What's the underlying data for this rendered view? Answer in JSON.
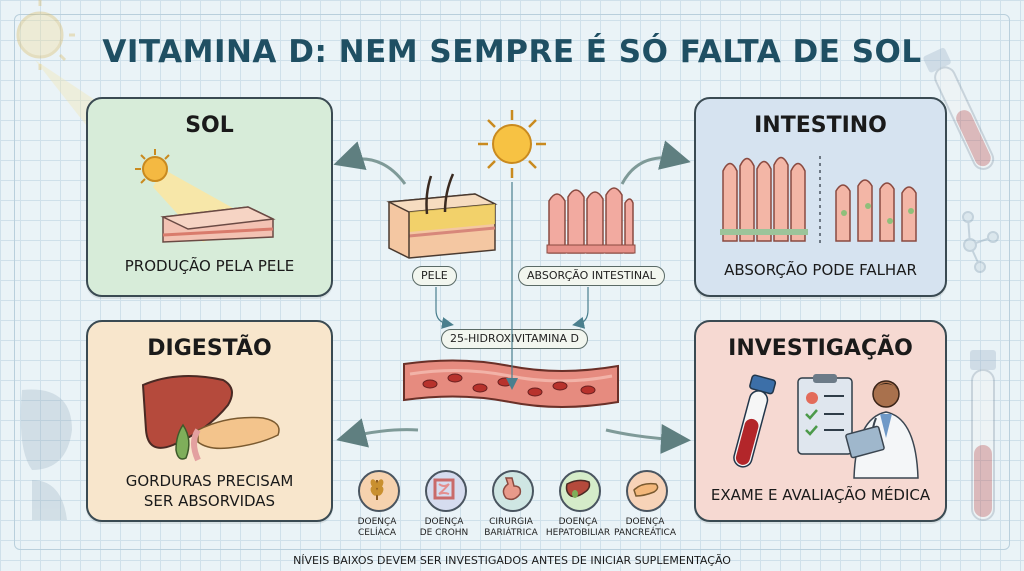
{
  "title": "VITAMINA D: NEM SEMPRE É SÓ FALTA DE SOL",
  "cards": {
    "sol": {
      "title": "SOL",
      "text": "PRODUÇÃO PELA PELE"
    },
    "intestino": {
      "title": "INTESTINO",
      "text": "ABSORÇÃO PODE FALHAR"
    },
    "digestao": {
      "title": "DIGESTÃO",
      "text_line1": "GORDURAS PRECISAM",
      "text_line2": "SER ABSORVIDAS"
    },
    "investigacao": {
      "title": "INVESTIGAÇÃO",
      "text": "EXAME E AVALIAÇÃO MÉDICA"
    }
  },
  "center": {
    "pele_label": "PELE",
    "absorcao_label": "ABSORÇÃO INTESTINAL",
    "hidroxi_label": "25-HIDROXIVITAMINA D"
  },
  "conditions": [
    {
      "line1": "DOENÇA",
      "line2": "CELÍACA",
      "icon": "wheat-icon",
      "color": "#f6d2ae"
    },
    {
      "line1": "DOENÇA",
      "line2": "DE CROHN",
      "icon": "intestine-icon",
      "color": "#d6dcef"
    },
    {
      "line1": "CIRURGIA",
      "line2": "BARIÁTRICA",
      "icon": "stomach-icon",
      "color": "#cfe6e3"
    },
    {
      "line1": "DOENÇA",
      "line2": "HEPATOBILIAR",
      "icon": "liver-icon",
      "color": "#d5ecc9"
    },
    {
      "line1": "DOENÇA",
      "line2": "PANCREÁTICA",
      "icon": "pancreas-icon",
      "color": "#f7d3b8"
    }
  ],
  "footer": "NÍVEIS BAIXOS DEVEM SER INVESTIGADOS ANTES DE INICIAR SUPLEMENTAÇÃO"
}
